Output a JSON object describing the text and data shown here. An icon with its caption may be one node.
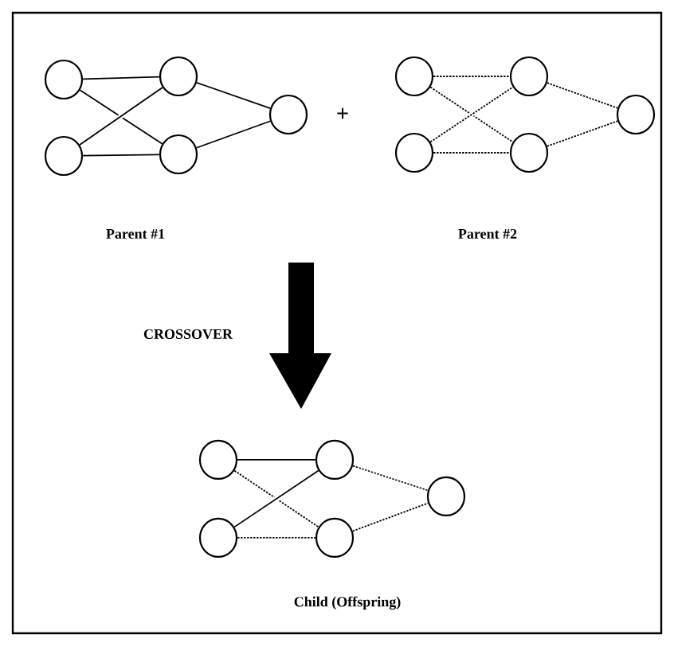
{
  "diagram": {
    "nodes": [
      {
        "text": [],
        "shape": "circle"
      },
      {
        "text": [],
        "shape": "circle"
      },
      {
        "text": [],
        "shape": "circle"
      },
      {
        "text": [],
        "shape": "circle"
      },
      {
        "text": [],
        "shape": "circle"
      },
      {
        "text": [],
        "shape": "circle"
      },
      {
        "text": [],
        "shape": "circle"
      },
      {
        "text": [],
        "shape": "circle"
      },
      {
        "text": [],
        "shape": "circle"
      },
      {
        "text": [],
        "shape": "circle"
      },
      {
        "text": [],
        "shape": "circle"
      },
      {
        "text": [],
        "shape": "circle"
      },
      {
        "text": [],
        "shape": "circle"
      },
      {
        "text": [],
        "shape": "circle"
      },
      {
        "text": [],
        "shape": "circle"
      }
    ],
    "edges": [
      {
        "from": 0,
        "to": 2,
        "arrow": "none"
      },
      {
        "from": 0,
        "to": 3,
        "arrow": "none"
      },
      {
        "from": 1,
        "to": 2,
        "arrow": "none"
      },
      {
        "from": 1,
        "to": 3,
        "arrow": "none"
      },
      {
        "from": 2,
        "to": 4,
        "arrow": "none"
      },
      {
        "from": 3,
        "to": 4,
        "arrow": "none"
      },
      {
        "from": 5,
        "to": 7,
        "arrow": "none",
        "style": "dashed"
      },
      {
        "from": 5,
        "to": 8,
        "arrow": "none",
        "style": "dashed"
      },
      {
        "from": 6,
        "to": 7,
        "arrow": "none",
        "style": "dashed"
      },
      {
        "from": 6,
        "to": 8,
        "arrow": "none",
        "style": "dashed"
      },
      {
        "from": 7,
        "to": 9,
        "arrow": "none",
        "style": "dashed"
      },
      {
        "from": 8,
        "to": 9,
        "arrow": "none",
        "style": "dashed"
      },
      {
        "from": 10,
        "to": 12,
        "arrow": "none"
      },
      {
        "from": 10,
        "to": 13,
        "arrow": "none",
        "style": "dashed"
      },
      {
        "from": 11,
        "to": 12,
        "arrow": "none"
      },
      {
        "from": 11,
        "to": 13,
        "arrow": "none",
        "style": "dashed"
      },
      {
        "from": 12,
        "to": 14,
        "arrow": "none",
        "style": "dashed"
      },
      {
        "from": 13,
        "to": 14,
        "arrow": "none",
        "style": "dashed"
      }
    ],
    "labels": [
      "+",
      "Parent #1",
      "Parent #2",
      "CROSSOVER",
      "Child (Offspring)"
    ]
  }
}
